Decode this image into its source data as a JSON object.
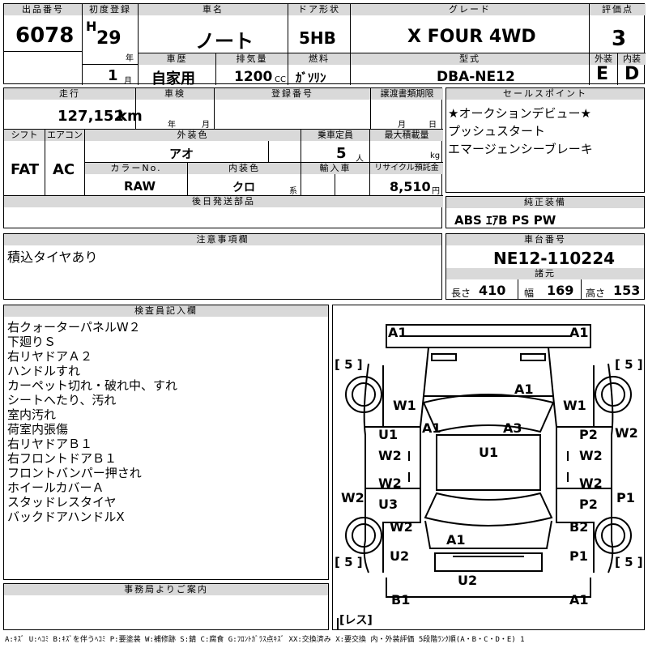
{
  "header": {
    "lot_label": "出品番号",
    "lot": "6078",
    "first_reg_label": "初度登録",
    "era": "H",
    "year": "29",
    "year_unit": "年",
    "month": "1",
    "month_unit": "月",
    "car_name_label": "車名",
    "car_name": "ノート",
    "door_label": "ドア形状",
    "door": "5HB",
    "grade_label": "グレード",
    "grade": "X FOUR 4WD",
    "score_label": "評価点",
    "score": "3",
    "history_label": "車歴",
    "history": "自家用",
    "disp_label": "排気量",
    "disp": "1200",
    "disp_unit": "CC",
    "fuel_label": "燃料",
    "fuel": "ｶﾞｿﾘﾝ",
    "model_label": "型式",
    "model": "DBA-NE12",
    "ext_label": "外装",
    "ext": "E",
    "int_label": "内装",
    "int": "D"
  },
  "row2": {
    "mileage_label": "走行",
    "mileage": "127,152",
    "mileage_unit": "km",
    "inspection_label": "車検",
    "insp_year_unit": "年",
    "insp_month_unit": "月",
    "reg_label": "登録番号",
    "transfer_label": "譲渡書類期限",
    "transfer_month": "月",
    "transfer_day": "日",
    "shift_label": "シフト",
    "shift": "FAT",
    "ac_label": "エアコン",
    "ac": "AC",
    "ext_color_label": "外装色",
    "ext_color": "アオ",
    "capacity_label": "乗車定員",
    "capacity": "5",
    "capacity_unit": "人",
    "load_label": "最大積載量",
    "load_unit": "kg",
    "color_no_label": "カラーNo.",
    "color_no": "RAW",
    "int_color_label": "内装色",
    "int_color": "クロ",
    "int_color_unit": "系",
    "import_label": "輸入車",
    "recycle_label": "リサイクル預託金",
    "recycle": "8,510",
    "recycle_unit": "円",
    "later_label": "後日発送部品"
  },
  "sales": {
    "label": "セールスポイント",
    "lines": [
      "★オークションデビュー★",
      "プッシュスタート",
      "エマージェンシーブレーキ"
    ]
  },
  "equip": {
    "label": "純正装備",
    "value": "ABS ｴｱB PS PW"
  },
  "notes": {
    "label": "注意事項欄",
    "value": "積込タイヤあり"
  },
  "chassis": {
    "label": "車台番号",
    "value": "NE12-110224"
  },
  "specs": {
    "label": "諸元",
    "length_label": "長さ",
    "length": "410",
    "width_label": "幅",
    "width": "169",
    "height_label": "高さ",
    "height": "153"
  },
  "inspector": {
    "label": "検査員記入欄",
    "lines": [
      "右クォーターパネルW２",
      "下廻りＳ",
      "右リヤドアＡ２",
      "ハンドルすれ",
      "カーペット切れ・破れ中、すれ",
      "シートへたり、汚れ",
      "室内汚れ",
      "荷室内張傷",
      "右リヤドアＢ１",
      "右フロントドアＢ１",
      "フロントバンパー押され",
      "ホイールカバーＡ",
      "スタッドレスタイヤ",
      "バックドアハンドルX"
    ]
  },
  "office": {
    "label": "事務局よりご案内"
  },
  "diagram": {
    "tire_tl": "[ 5 ]",
    "tire_tr": "[ 5 ]",
    "tire_bl": "[ 5 ]",
    "tire_br": "[ 5 ]",
    "rest": "[レス]",
    "marks": {
      "a1_front_l": "A1",
      "a1_front_r": "A1",
      "w1_l": "W1",
      "w1_r": "W1",
      "a1_hood": "A1",
      "a1_left": "A1",
      "a3": "A3",
      "u1_l": "U1",
      "w2_l1": "W2",
      "u1_roof": "U1",
      "p2_r1": "P2",
      "w2_r1": "W2",
      "w2_far_r": "W2",
      "w2_l2": "W2",
      "u3": "U3",
      "w2_far_l": "W2",
      "w2_r2": "W2",
      "p2_r2": "P2",
      "p1_far_r": "P1",
      "w2_l3": "W2",
      "a1_trunk": "A1",
      "b2": "B2",
      "u2_l": "U2",
      "p1_r": "P1",
      "u2_rear": "U2",
      "b1": "B1",
      "a1_rear_r": "A1"
    }
  },
  "legend": "A:ｷｽﾞ  U:ﾍｺﾐ  B:ｷｽﾞを伴うﾍｺﾐ  P:要塗装  W:補修跡  S:錆  C:腐食  G:ﾌﾛﾝﾄｶﾞﾗｽ点ｷｽﾞ  XX:交換済み  X:要交換   内・外装評価  5段階ﾗﾝｸ順(A・B・C・D・E) 1"
}
